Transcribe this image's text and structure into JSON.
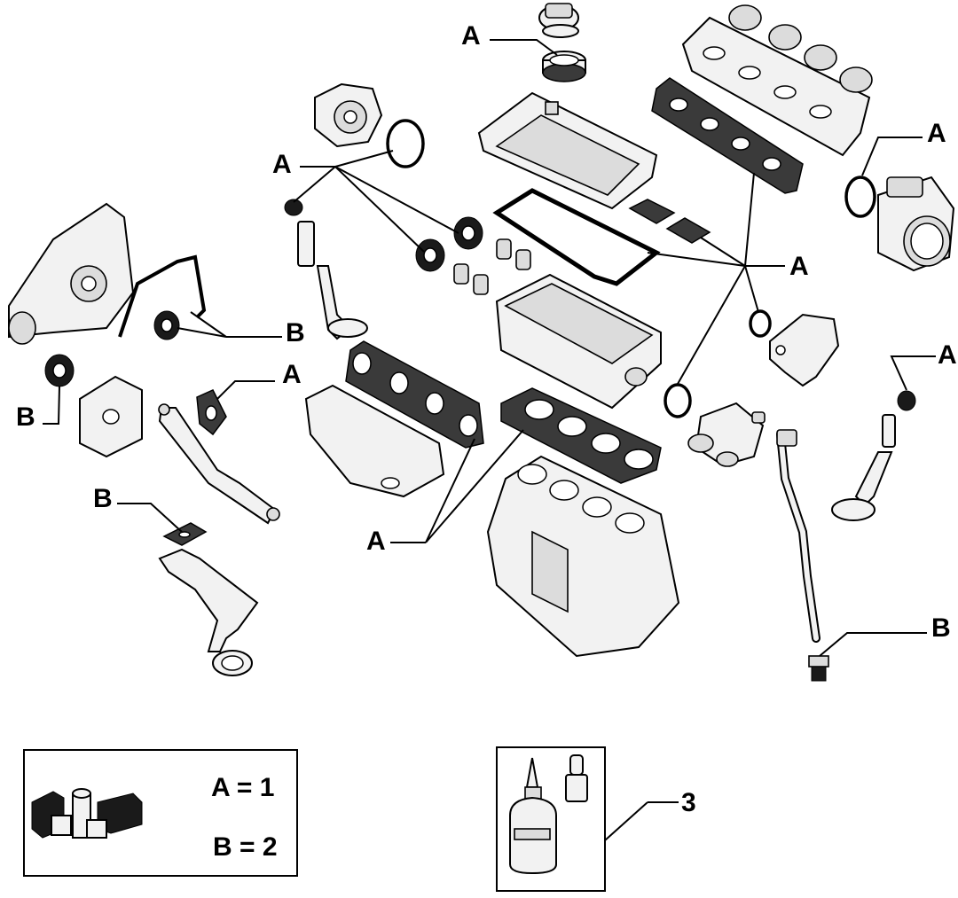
{
  "callouts": {
    "a_label": "A",
    "b_label": "B",
    "item3_label": "3"
  },
  "legend": {
    "a_equals": "A = 1",
    "b_equals": "B = 2"
  }
}
